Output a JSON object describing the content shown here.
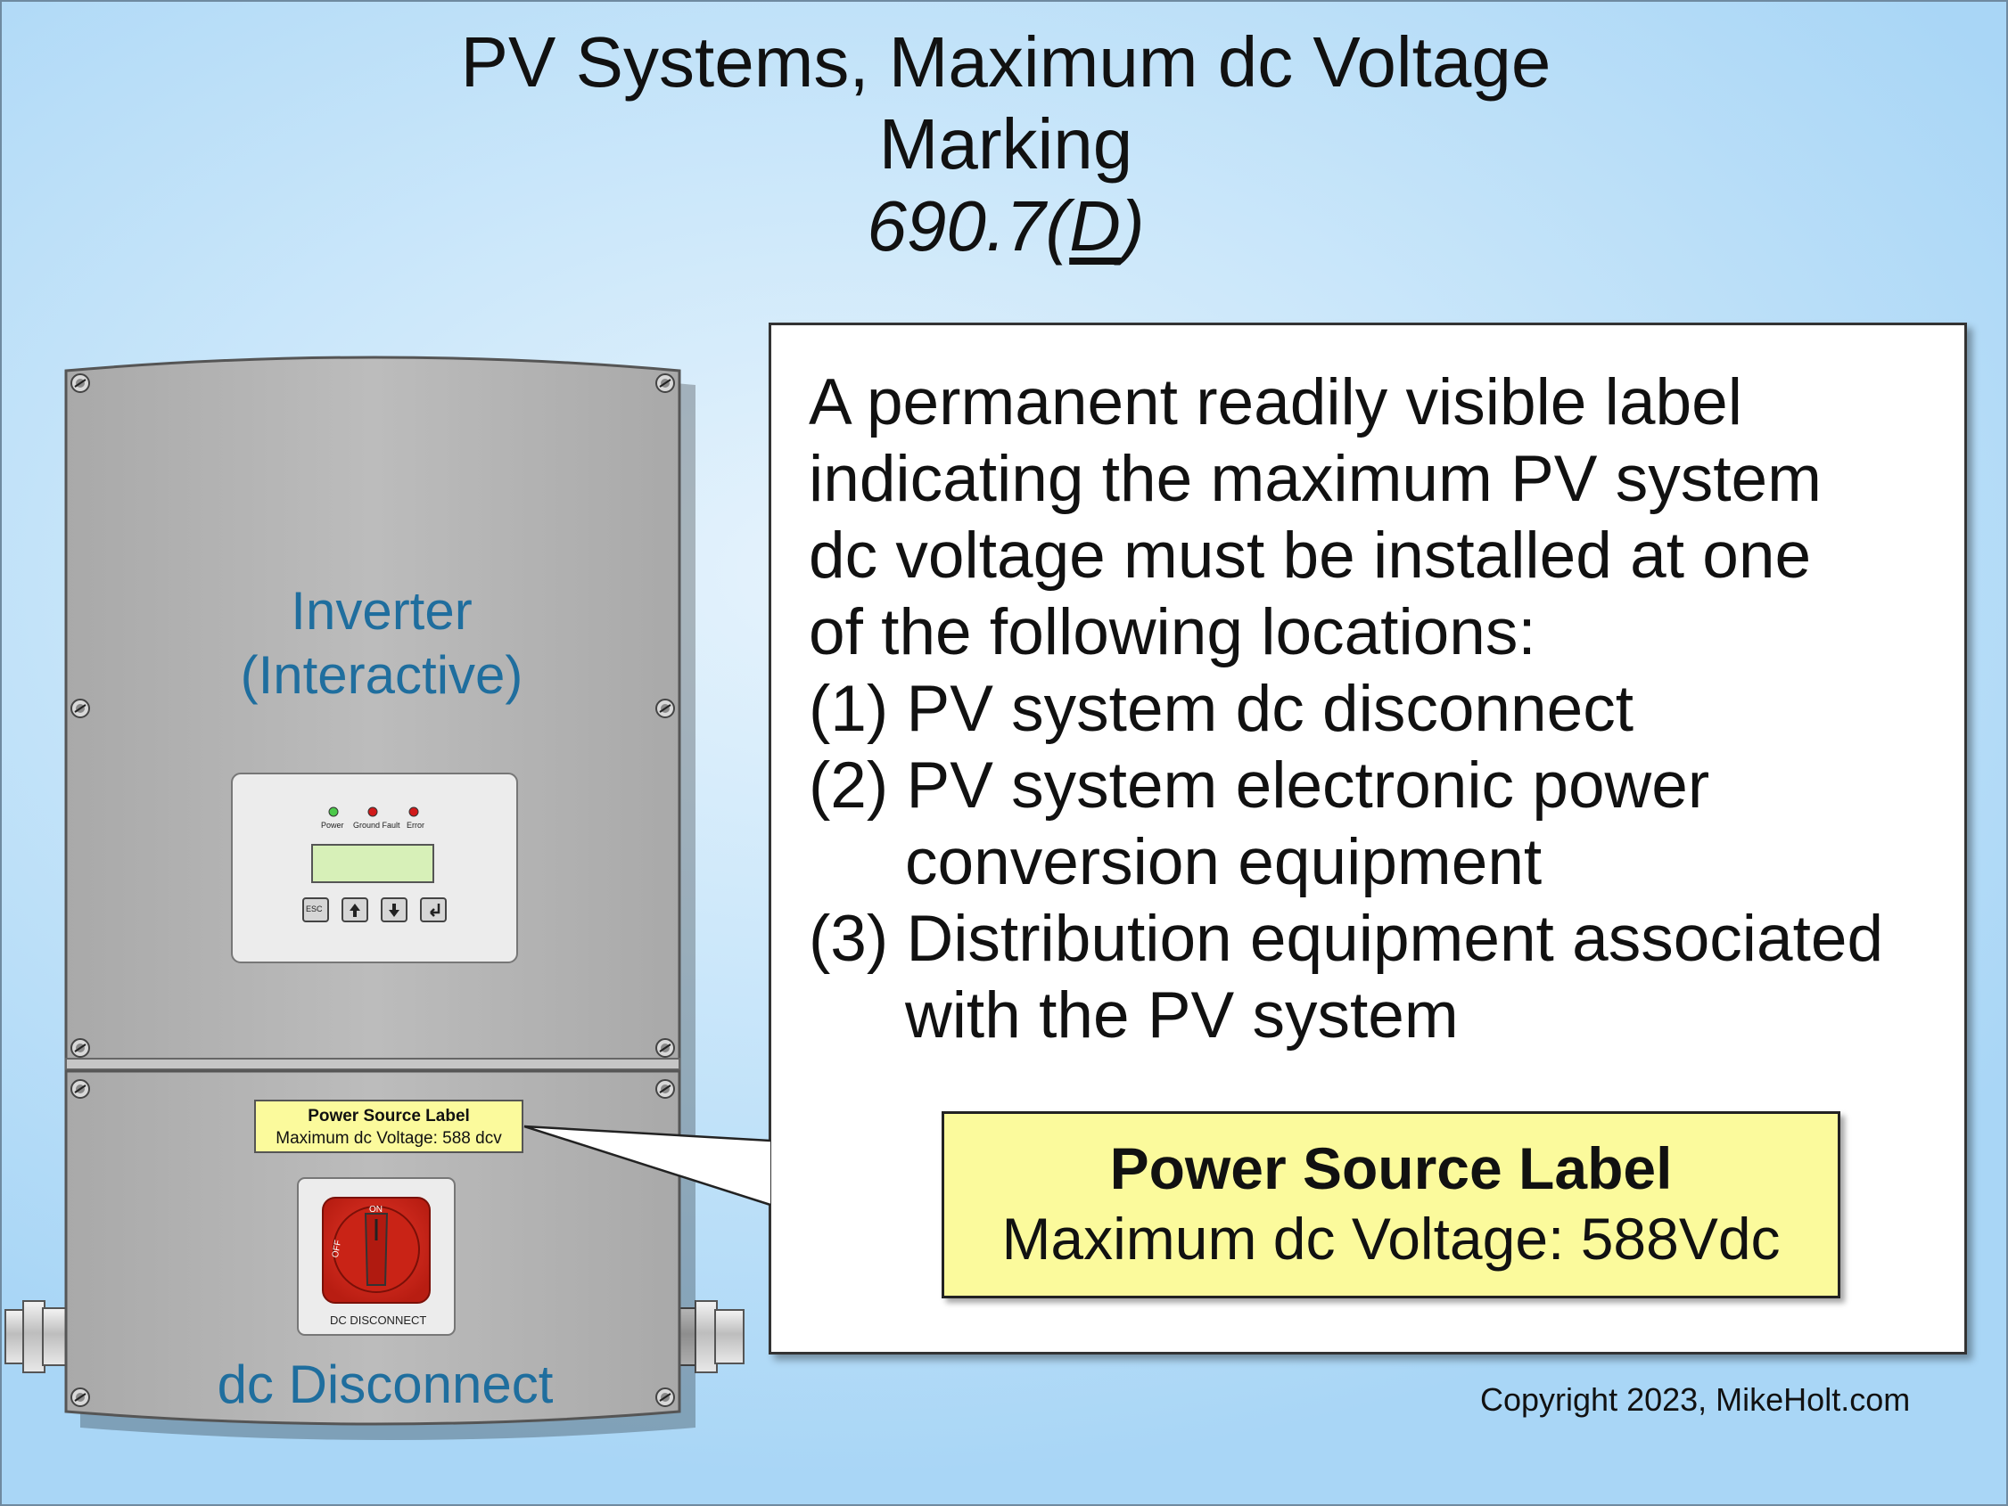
{
  "title": {
    "line1": "PV Systems, Maximum dc Voltage",
    "line2": "Marking",
    "ref_prefix": "690.7(",
    "ref_letter": "D",
    "ref_suffix": ")"
  },
  "inverter": {
    "label_line1": "Inverter",
    "label_line2": "(Interactive)",
    "indicators": [
      "Power",
      "Ground Fault",
      "Error"
    ],
    "indicator_colors": [
      "#4cc94a",
      "#d11a1a",
      "#d11a1a"
    ],
    "esc_label": "ESC"
  },
  "disconnect": {
    "label": "dc Disconnect",
    "switch_caption": "DC DISCONNECT",
    "on_label": "ON",
    "off_label": "OFF"
  },
  "small_label": {
    "heading": "Power Source Label",
    "value": "Maximum dc Voltage: 588 dcv"
  },
  "callout": {
    "lines": [
      "A permanent readily visible label",
      "indicating the maximum PV system",
      "dc voltage must be installed at one",
      "of the following locations:",
      "(1) PV system dc disconnect",
      "(2) PV system electronic power",
      "conversion equipment",
      "(3) Distribution equipment associated",
      "with the PV system"
    ]
  },
  "big_label": {
    "heading": "Power Source Label",
    "value": "Maximum dc Voltage: 588Vdc"
  },
  "copyright": "Copyright 2023, MikeHolt.com",
  "colors": {
    "background": "#bfe2f8",
    "label_yellow": "#fbfa9c",
    "caption_blue": "#1f6e9e",
    "enclosure_gray": "#b8b8b8",
    "switch_red": "#d42a1e"
  }
}
